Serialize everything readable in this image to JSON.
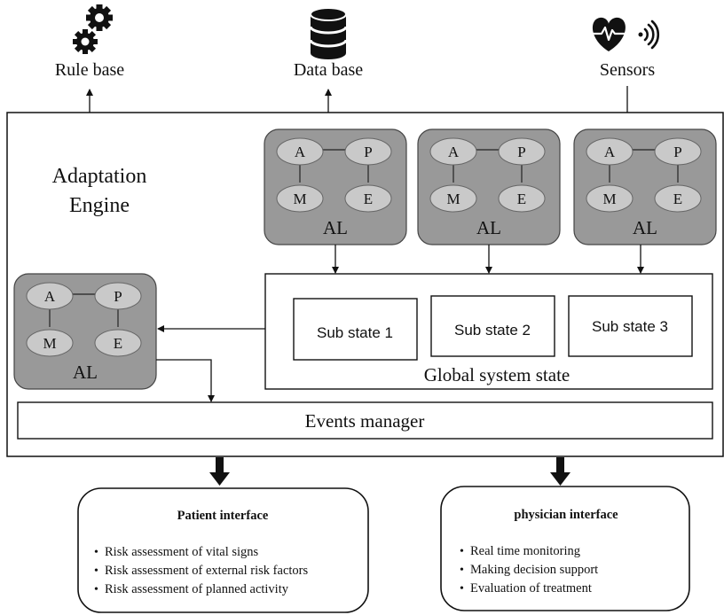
{
  "top": {
    "rule_base": "Rule base",
    "data_base": "Data base",
    "sensors": "Sensors"
  },
  "engine": {
    "title_line1": "Adaptation",
    "title_line2": "Engine"
  },
  "al_block": {
    "label": "AL",
    "a": "A",
    "p": "P",
    "m": "M",
    "e": "E"
  },
  "global_state": {
    "label": "Global system state",
    "sub1": "Sub state 1",
    "sub2": "Sub state 2",
    "sub3": "Sub state 3"
  },
  "events_manager": "Events manager",
  "patient_interface": {
    "title": "Patient interface",
    "items": [
      "Risk assessment of vital signs",
      "Risk assessment of external risk factors",
      "Risk assessment of planned activity"
    ]
  },
  "physician_interface": {
    "title": "physician interface",
    "items": [
      "Real time monitoring",
      "Making decision support",
      "Evaluation of treatment"
    ]
  },
  "bullet": "•",
  "colors": {
    "al_fill": "#999999",
    "node_fill": "#c9c9c9",
    "stroke": "#222222"
  }
}
